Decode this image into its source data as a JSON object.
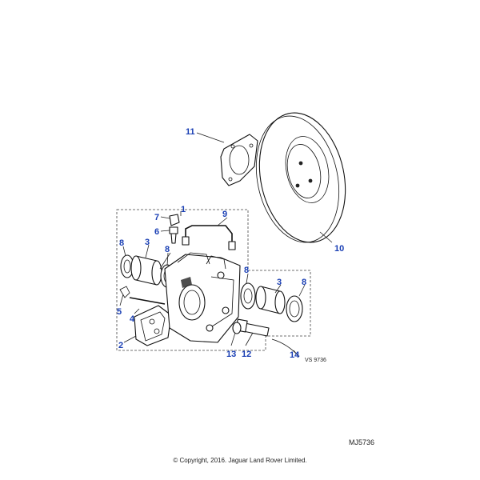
{
  "diagram": {
    "drawing_ref": "VS 9736",
    "callouts": [
      {
        "id": "c1",
        "label": "1"
      },
      {
        "id": "c2",
        "label": "2"
      },
      {
        "id": "c3a",
        "label": "3"
      },
      {
        "id": "c3b",
        "label": "3"
      },
      {
        "id": "c4",
        "label": "4"
      },
      {
        "id": "c5",
        "label": "5"
      },
      {
        "id": "c6",
        "label": "6"
      },
      {
        "id": "c7",
        "label": "7"
      },
      {
        "id": "c8a",
        "label": "8"
      },
      {
        "id": "c8b",
        "label": "8"
      },
      {
        "id": "c8c",
        "label": "8"
      },
      {
        "id": "c8d",
        "label": "8"
      },
      {
        "id": "c9",
        "label": "9"
      },
      {
        "id": "c10",
        "label": "10"
      },
      {
        "id": "c11",
        "label": "11"
      },
      {
        "id": "c12",
        "label": "12"
      },
      {
        "id": "c13",
        "label": "13"
      },
      {
        "id": "c14",
        "label": "14"
      }
    ],
    "callout_color": "#1a3fb4"
  },
  "footer": {
    "figure_code": "MJ5736",
    "copyright": "© Copyright, 2016. Jaguar Land Rover Limited."
  }
}
